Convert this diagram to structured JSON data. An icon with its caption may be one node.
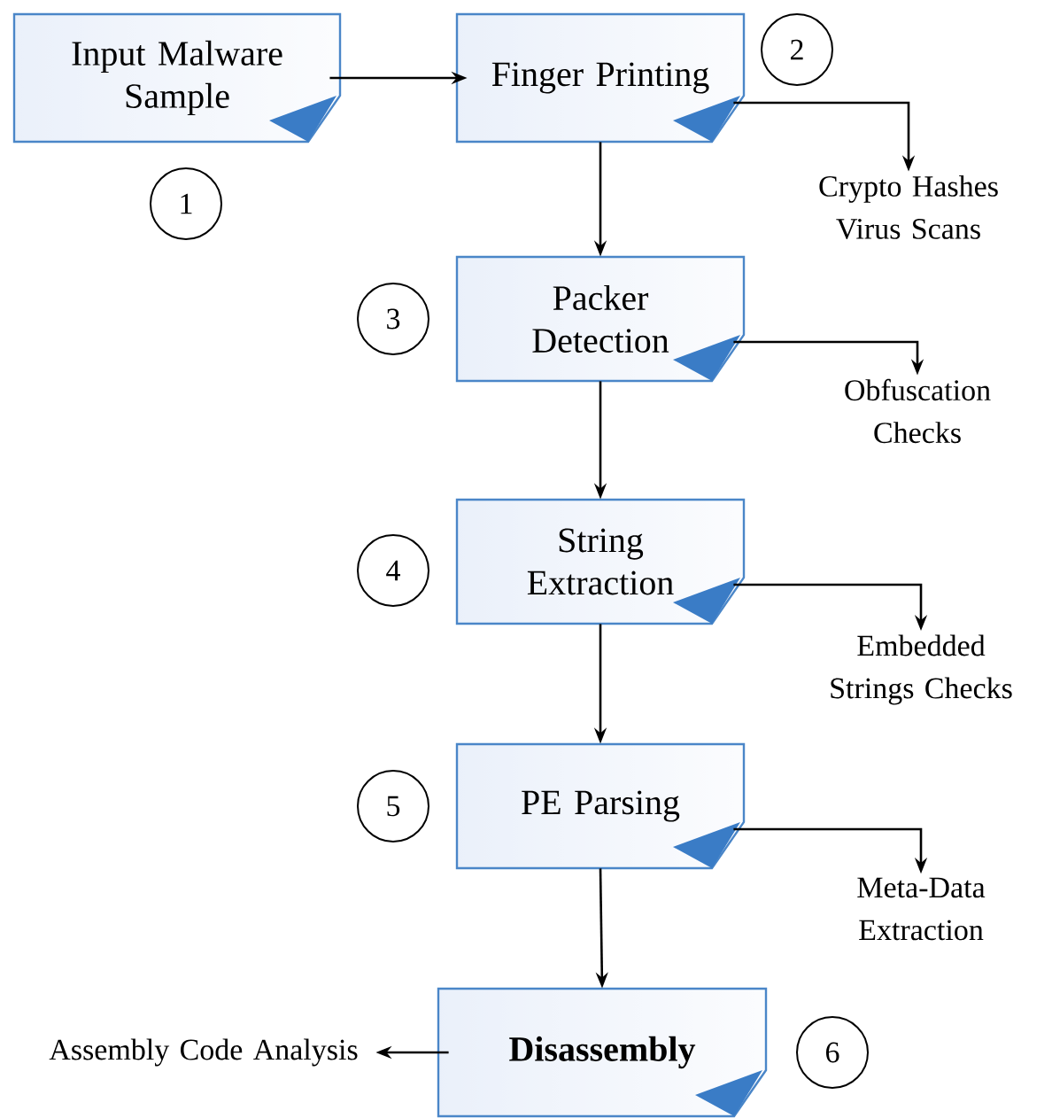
{
  "diagram": {
    "nodes": [
      {
        "text": [
          "Input Malware Sample"
        ]
      },
      {
        "text": [
          "1"
        ]
      },
      {
        "text": [
          "Finger Printing"
        ]
      },
      {
        "text": [
          "2"
        ]
      },
      {
        "text": [
          "Crypto Hashes Virus Scans"
        ]
      },
      {
        "text": [
          "3"
        ]
      },
      {
        "text": [
          "Packer Detection"
        ]
      },
      {
        "text": [
          "Obfuscation Checks"
        ]
      },
      {
        "text": [
          "4"
        ]
      },
      {
        "text": [
          "String Extraction"
        ]
      },
      {
        "text": [
          "Embedded Strings Checks"
        ]
      },
      {
        "text": [
          "5"
        ]
      },
      {
        "text": [
          "PE Parsing"
        ]
      },
      {
        "text": [
          "Meta-Data Extraction"
        ]
      },
      {
        "text": [
          "Assembly Code Analysis"
        ]
      },
      {
        "text": [
          "Disassembly"
        ]
      },
      {
        "text": [
          "6"
        ]
      }
    ],
    "edges": [
      {
        "from": 0,
        "to": 2,
        "arrow": "to"
      },
      {
        "from": 2,
        "to": 4,
        "arrow": "to"
      },
      {
        "from": 2,
        "to": 6,
        "arrow": "to"
      },
      {
        "from": 6,
        "to": 7,
        "arrow": "to"
      },
      {
        "from": 6,
        "to": 9,
        "arrow": "to"
      },
      {
        "from": 9,
        "to": 10,
        "arrow": "to"
      },
      {
        "from": 9,
        "to": 12,
        "arrow": "to"
      },
      {
        "from": 12,
        "to": 13,
        "arrow": "to"
      },
      {
        "from": 12,
        "to": 15,
        "arrow": "to"
      },
      {
        "from": 15,
        "to": 14,
        "arrow": "to"
      }
    ]
  }
}
